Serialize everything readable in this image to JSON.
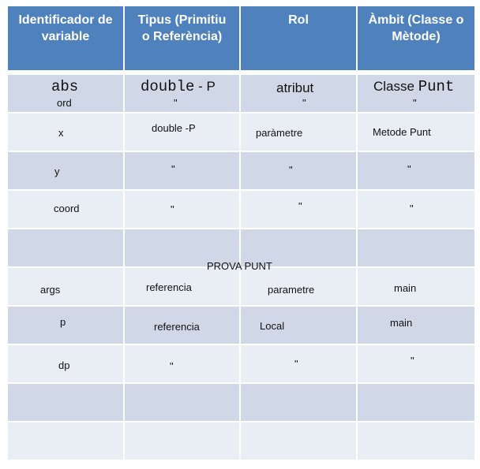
{
  "headers": [
    "Identificador de variable",
    "Tipus (Primitiu o Referència)",
    "Rol",
    "Àmbit (Classe o Mètode)"
  ],
  "row1": {
    "c0": {
      "line1": "abs",
      "line2": "ord"
    },
    "c1": {
      "code": "double",
      "suffix": " - P",
      "ditto": "\""
    },
    "c2": {
      "line1": "atribut",
      "ditto": "\""
    },
    "c3": {
      "prefix": "Classe ",
      "code": "Punt",
      "ditto": "\""
    }
  },
  "rows": [
    [
      "x",
      "double -P",
      "paràmetre",
      "Metode Punt"
    ],
    [
      "y",
      "\"",
      "\"",
      "\""
    ],
    [
      "coord",
      "\"",
      "\"",
      "\""
    ],
    [
      "",
      "",
      "",
      ""
    ],
    [
      "args",
      "referencia",
      "parametre",
      "main"
    ],
    [
      "p",
      "referencia",
      "Local",
      "main"
    ],
    [
      "dp",
      "\"",
      "\"",
      "\""
    ],
    [
      "",
      "",
      "",
      ""
    ],
    [
      "",
      "",
      "",
      ""
    ]
  ],
  "section_label": "PROVA PUNT"
}
